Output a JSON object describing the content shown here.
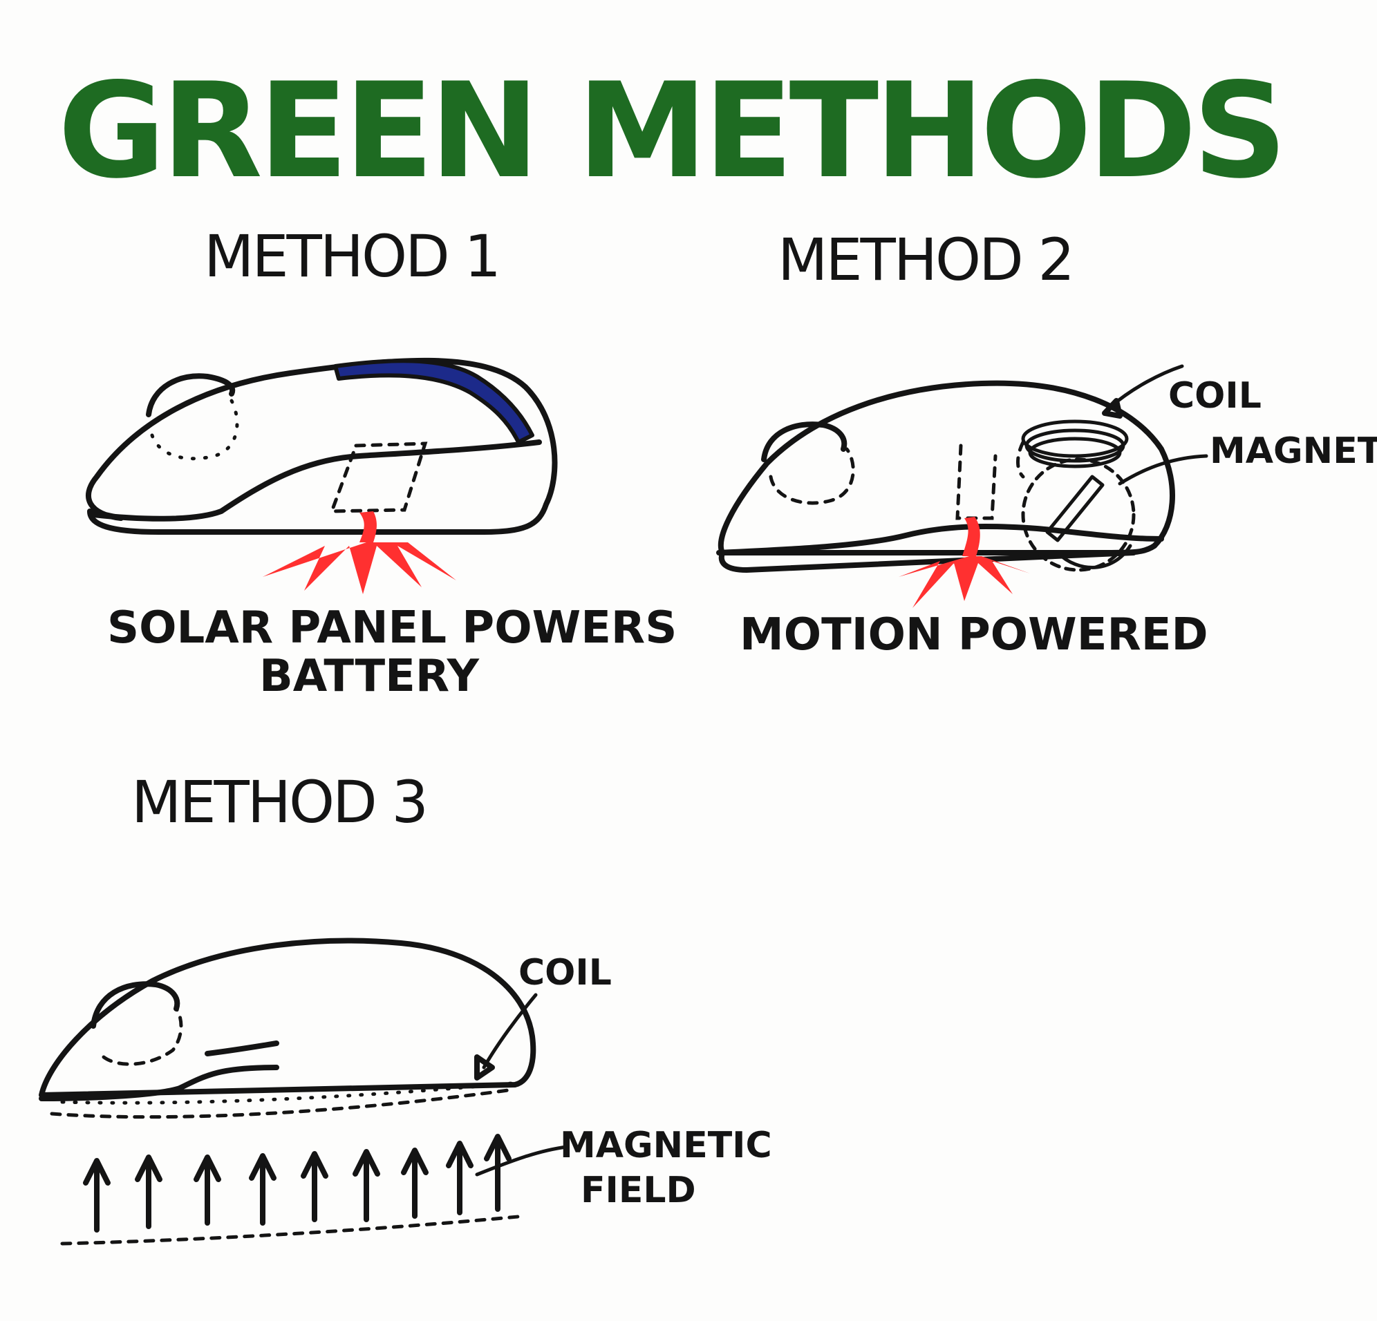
{
  "title": "GREEN METHODS",
  "colors": {
    "title_green": "#1e6b22",
    "ink": "#141414",
    "solar_panel_blue": "#1c2a8a",
    "light_red": "#ff3030"
  },
  "method1": {
    "heading": "METHOD 1",
    "caption_line1": "SOLAR PANEL POWERS",
    "caption_line2": "BATTERY"
  },
  "method2": {
    "heading": "METHOD 2",
    "caption": "MOTION POWERED",
    "coil_label": "COIL",
    "magnet_label": "MAGNET"
  },
  "method3": {
    "heading": "METHOD 3",
    "coil_label": "COIL",
    "field_label_line1": "MAGNETIC",
    "field_label_line2": "FIELD"
  }
}
